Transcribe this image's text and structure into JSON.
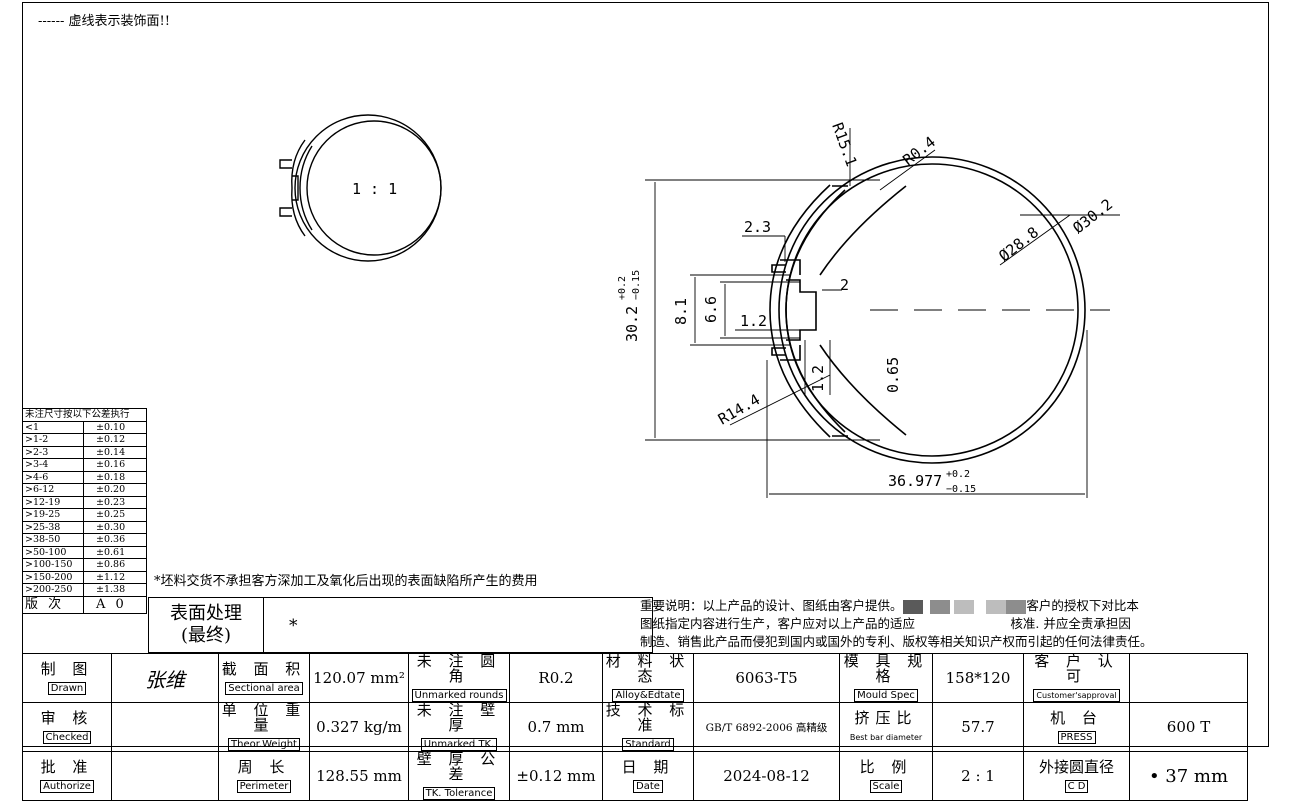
{
  "notes": {
    "dashed_decoration": "------ 虚线表示装饰面!!",
    "scale_label": "1 : 1",
    "warning": "*坯料交货不承担客方深加工及氧化后出现的表面缺陷所产生的费用",
    "notice_line1a": "重要说明：以上产品的设计、图纸由客户提供。",
    "notice_line1b": "客户的授权下对比本",
    "notice_line2a": "图纸指定内容进行生产，客户应对以上产品的适应",
    "notice_line2b": "核准. 并应全责承担因",
    "notice_line3": "制造、销售此产品而侵犯到国内或国外的专利、版权等相关知识产权而引起的任何法律责任。"
  },
  "dimensions": {
    "r15_1": "R15.1",
    "r0_4": "R0.4",
    "d30_2": "Ø30.2",
    "d28_8": "Ø28.8",
    "d2_3": "2.3",
    "d2": "2",
    "d8_1": "8.1",
    "d6_6": "6.6",
    "d1_2a": "1.2",
    "d1_2b": "1.2",
    "d0_65": "0.65",
    "r14_4": "R14.4",
    "height_main": "30.2",
    "height_tol_up": "+0.2",
    "height_tol_dn": "−0.15",
    "width_main": "36.977",
    "width_tol_up": "+0.2",
    "width_tol_dn": "−0.15"
  },
  "tolerance_table": {
    "header": "未注尺寸按以下公差执行",
    "rows": [
      {
        "range": "<1",
        "tol": "±0.10"
      },
      {
        "range": ">1-2",
        "tol": "±0.12"
      },
      {
        "range": ">2-3",
        "tol": "±0.14"
      },
      {
        "range": ">3-4",
        "tol": "±0.16"
      },
      {
        "range": ">4-6",
        "tol": "±0.18"
      },
      {
        "range": ">6-12",
        "tol": "±0.20"
      },
      {
        "range": ">12-19",
        "tol": "±0.23"
      },
      {
        "range": ">19-25",
        "tol": "±0.25"
      },
      {
        "range": ">25-38",
        "tol": "±0.30"
      },
      {
        "range": ">38-50",
        "tol": "±0.36"
      },
      {
        "range": ">50-100",
        "tol": "±0.61"
      },
      {
        "range": ">100-150",
        "tol": "±0.86"
      },
      {
        "range": ">150-200",
        "tol": "±1.12"
      },
      {
        "range": ">200-250",
        "tol": "±1.38"
      }
    ],
    "version_label": "版 次",
    "version_value": "A 0"
  },
  "surface": {
    "label_line1": "表面处理",
    "label_line2": "(最终)",
    "value": "*"
  },
  "title_block": {
    "drawn_cn": "制 图",
    "drawn_en": "Drawn",
    "checked_cn": "审 核",
    "checked_en": "Checked",
    "authorize_cn": "批 准",
    "authorize_en": "Authorize",
    "signature": "张维",
    "sectional_cn": "截 面 积",
    "sectional_en": "Sectional area",
    "sectional_val": "120.07 mm²",
    "weight_cn": "单 位 重 量",
    "weight_en": "Theor.Weight",
    "weight_val": "0.327 kg/m",
    "perimeter_cn": "周 长",
    "perimeter_en": "Perimeter",
    "perimeter_val": "128.55 mm",
    "rounds_cn": "未 注 圆 角",
    "rounds_en": "Unmarked rounds",
    "rounds_val": "R0.2",
    "thk_cn": "未 注 壁 厚",
    "thk_en": "Unmarked TK.",
    "thk_val": "0.7  mm",
    "tk_tol_cn": "壁 厚 公 差",
    "tk_tol_en": "TK. Tolerance",
    "tk_tol_val": "±0.12 mm",
    "alloy_cn": "材 料 状 态",
    "alloy_en": "Alloy&Edtate",
    "alloy_val": "6063-T5",
    "standard_cn": "技 术 标 准",
    "standard_en": "Standard",
    "standard_val": "GB/T 6892-2006 高精级",
    "date_cn": "日 期",
    "date_en": "Date",
    "date_val": "2024-08-12",
    "mould_cn": "模 具 规 格",
    "mould_en": "Mould Spec",
    "mould_val": "158*120",
    "ratio_cn": "挤压比",
    "ratio_en": "Best bar diameter",
    "ratio_val": "57.7",
    "scale_cn": "比 例",
    "scale_en": "Scale",
    "scale_val": "2 : 1",
    "approval_cn": "客 户 认 可",
    "approval_en": "Customer'sapproval",
    "press_cn": "机 台",
    "press_en": "PRESS",
    "press_val": "600  T",
    "cd_cn": "外接圆直径",
    "cd_en": "C D",
    "cd_val": "• 37  mm"
  }
}
